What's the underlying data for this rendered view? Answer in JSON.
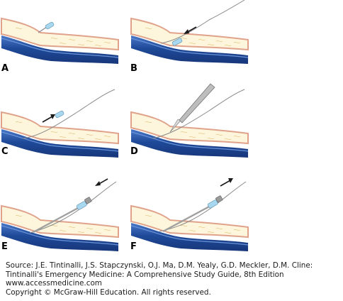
{
  "panels": [
    {
      "label": "A"
    },
    {
      "label": "B"
    },
    {
      "label": "C"
    },
    {
      "label": "D"
    },
    {
      "label": "E"
    },
    {
      "label": "F"
    }
  ],
  "colors": {
    "skin": "#fdf6dc",
    "skin_edge": "#e0a28a",
    "vessel": "#1f4a99",
    "vessel_light": "#4a78c8",
    "wire": "#8a8a8a",
    "needle_hub": "#a8d8f0"
  },
  "caption": {
    "line1": "Source: J.E. Tintinalli, J.S. Stapczynski, O.J. Ma, D.M. Yealy, G.D. Meckler, D.M. Cline:",
    "line2": "Tintinalli's Emergency Medicine: A Comprehensive Study Guide, 8th Edition",
    "line3": "www.accessmedicine.com",
    "line4": "Copyright © McGraw-Hill Education.  All rights reserved."
  }
}
